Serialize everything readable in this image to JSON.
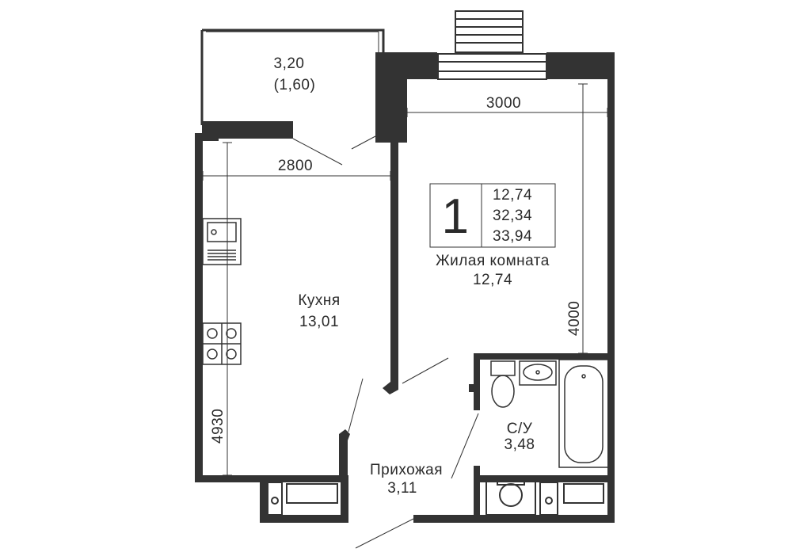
{
  "rooms": {
    "balcony": {
      "area": "3,20",
      "reduced_area": "(1,60)"
    },
    "kitchen": {
      "name": "Кухня",
      "area": "13,01"
    },
    "living_room": {
      "name": "Жилая комната",
      "area": "12,74"
    },
    "bathroom": {
      "name": "С/У",
      "area": "3,48"
    },
    "hallway": {
      "name": "Прихожая",
      "area": "3,11"
    }
  },
  "summary": {
    "rooms_count": "1",
    "living_area": "12,74",
    "total_area": "32,34",
    "total_with_balcony": "33,94"
  },
  "dimensions": {
    "kitchen_width": "2800",
    "kitchen_length": "4930",
    "room_width": "3000",
    "room_length": "4000"
  },
  "colors": {
    "wall": "#333333",
    "line": "#2a2a2a"
  }
}
